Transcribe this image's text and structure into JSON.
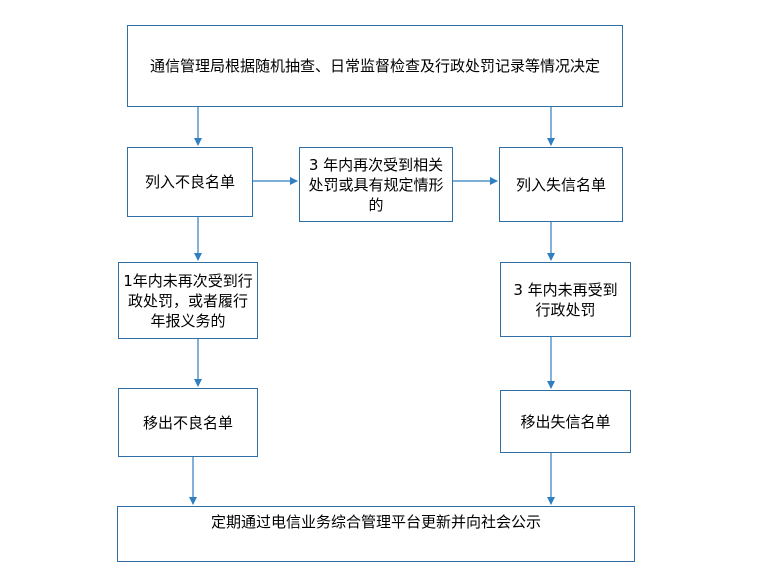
{
  "colors": {
    "box_border": "#2f6fa6",
    "arrow": "#2f7fc1",
    "text": "#000000"
  },
  "boxes": {
    "top": "通信管理局根据随机抽查、日常监督检查及行政处罚记录等情况决定",
    "bad_list": "列入不良名单",
    "middle": "3 年内再次受到相关处罚或具有规定情形的",
    "credit_list": "列入失信名单",
    "bad_condition": "1年内未再次受到行政处罚，或者履行年报义务的",
    "credit_condition": "3 年内未再受到行政处罚",
    "bad_remove": "移出不良名单",
    "credit_remove": "移出失信名单",
    "bottom": "定期通过电信业务综合管理平台更新并向社会公示"
  }
}
